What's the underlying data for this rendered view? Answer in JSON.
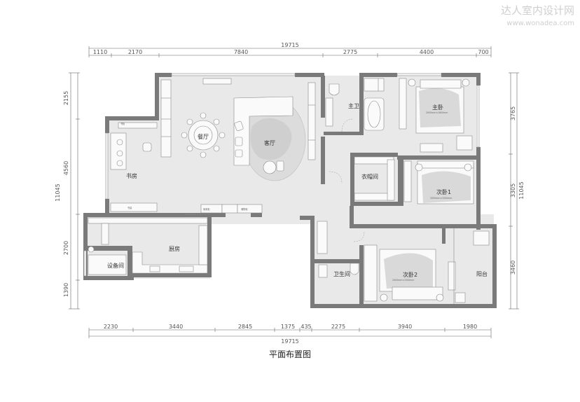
{
  "watermark": {
    "cn": "达人室内设计网",
    "url": "www.wonadea.com"
  },
  "title": "平面布置图",
  "dims": {
    "top_total": "19715",
    "top": [
      "1110",
      "2170",
      "7840",
      "2775",
      "4400",
      "700"
    ],
    "bottom": [
      "2230",
      "3440",
      "2845",
      "1375",
      "435",
      "2275",
      "3940",
      "1980"
    ],
    "bottom_total": "19715",
    "left": [
      "2155",
      "4560",
      "2700",
      "1390"
    ],
    "left_total": "11045",
    "right": [
      "3765",
      "3305",
      "3460"
    ],
    "right_total": "11045"
  },
  "rooms": {
    "dining": "餐厅",
    "living": "客厅",
    "study": "书房",
    "kitchen": "厨房",
    "equipment": "设备间",
    "master_bath": "主卫",
    "master_bed": "主卧",
    "cloakroom": "衣帽间",
    "bed1": "次卧1",
    "bed2": "次卧2",
    "bathroom": "卫生间",
    "balcony": "阳台"
  },
  "bed_sizes": {
    "master": "2000mm×1800mm",
    "bed1": "2000mm×1500mm",
    "bed2": "2000mm×1500mm"
  }
}
